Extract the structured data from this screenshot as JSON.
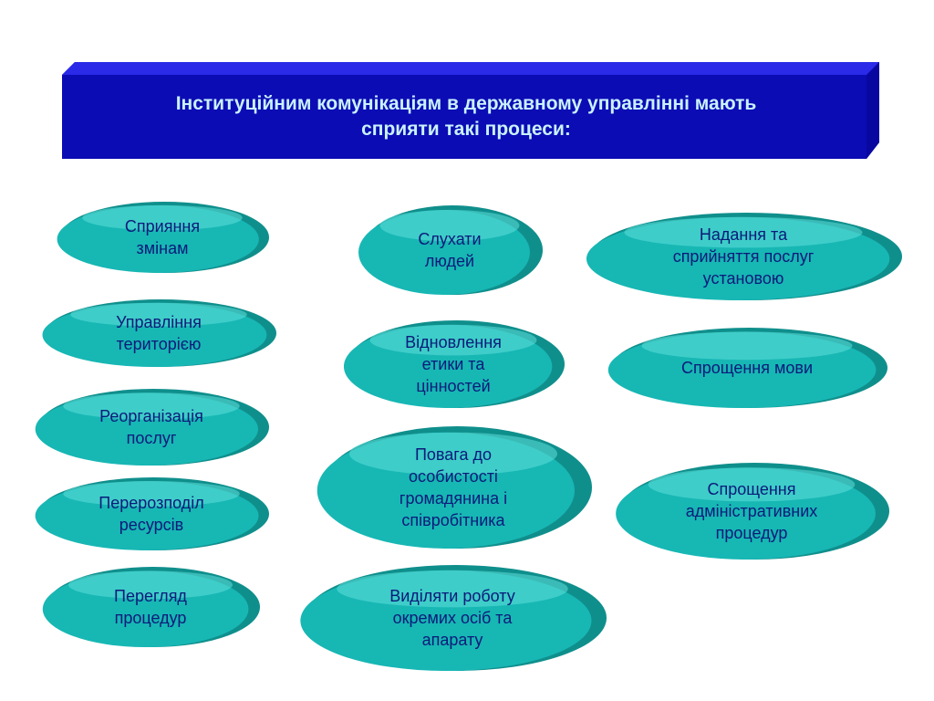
{
  "title": "Інституційним комунікаціям в державному управлінні мають\nсприяти такі процеси:",
  "colors": {
    "title_bg": "#0c0cb4",
    "title_text": "#c9f2ff",
    "bubble_fill": "#17b7b4",
    "bubble_text": "#0a1a7a"
  },
  "bubbles": [
    {
      "id": "spryiannia-zminam",
      "label": "Сприяння\nзмінам"
    },
    {
      "id": "upravlinnia-terytoriieiu",
      "label": "Управління\nтериторією"
    },
    {
      "id": "reorhanizatsiia-posluh",
      "label": "Реорганізація\nпослуг"
    },
    {
      "id": "pererozpodil-resursiv",
      "label": "Перерозподіл\nресурсів"
    },
    {
      "id": "perehliad-protsedur",
      "label": "Перегляд\nпроцедур"
    },
    {
      "id": "slukhaty-liudei",
      "label": "Слухати\nлюдей"
    },
    {
      "id": "vidnovlennia-etyky",
      "label": "Відновлення\nетики та\nцінностей"
    },
    {
      "id": "povaha-do-osobystosti",
      "label": "Повага до\nособистості\nгромадянина і\nспівробітника"
    },
    {
      "id": "vyd-robotu",
      "label": "Виділяти роботу\nокремих осіб та\nапарату"
    },
    {
      "id": "nadannia-posluh",
      "label": "Надання та\nсприйняття послуг\nустановою"
    },
    {
      "id": "sproshchennia-movy",
      "label": "Спрощення мови"
    },
    {
      "id": "sproshchennia-protsedur",
      "label": "Спрощення\nадміністративних\nпроцедур"
    }
  ]
}
